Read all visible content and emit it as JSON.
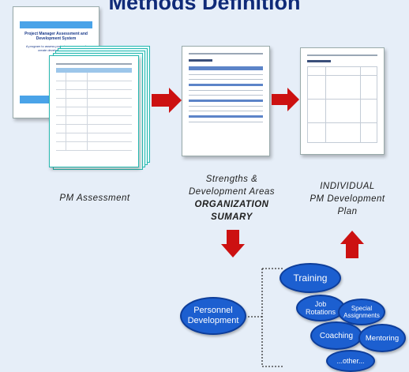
{
  "title": "Methods Definition",
  "cover_doc": {
    "heading": "Project Manager Assessment and Development System",
    "subtext": "A program to assess project managers and create development plans"
  },
  "captions": {
    "assessment": "PM Assessment",
    "strengths_line1": "Strengths &",
    "strengths_line2": "Development Areas",
    "org_line1": "ORGANIZATION",
    "org_line2": "SUMARY",
    "individual_line1": "INDIVIDUAL",
    "individual_line2": "PM Development",
    "individual_line3": "Plan"
  },
  "nodes": {
    "personnel": "Personnel Development",
    "training": "Training",
    "job_rotations": "Job Rotations",
    "special": "Special Assignments",
    "coaching": "Coaching",
    "mentoring": "Mentoring",
    "other": "...other..."
  },
  "colors": {
    "title": "#0f2a78",
    "arrow": "#cc1111",
    "ellipse_fill": "#1c5fd0",
    "ellipse_border": "#0d3d9a",
    "stack_teal": "#27b8b0",
    "background": "#e6eef8"
  }
}
